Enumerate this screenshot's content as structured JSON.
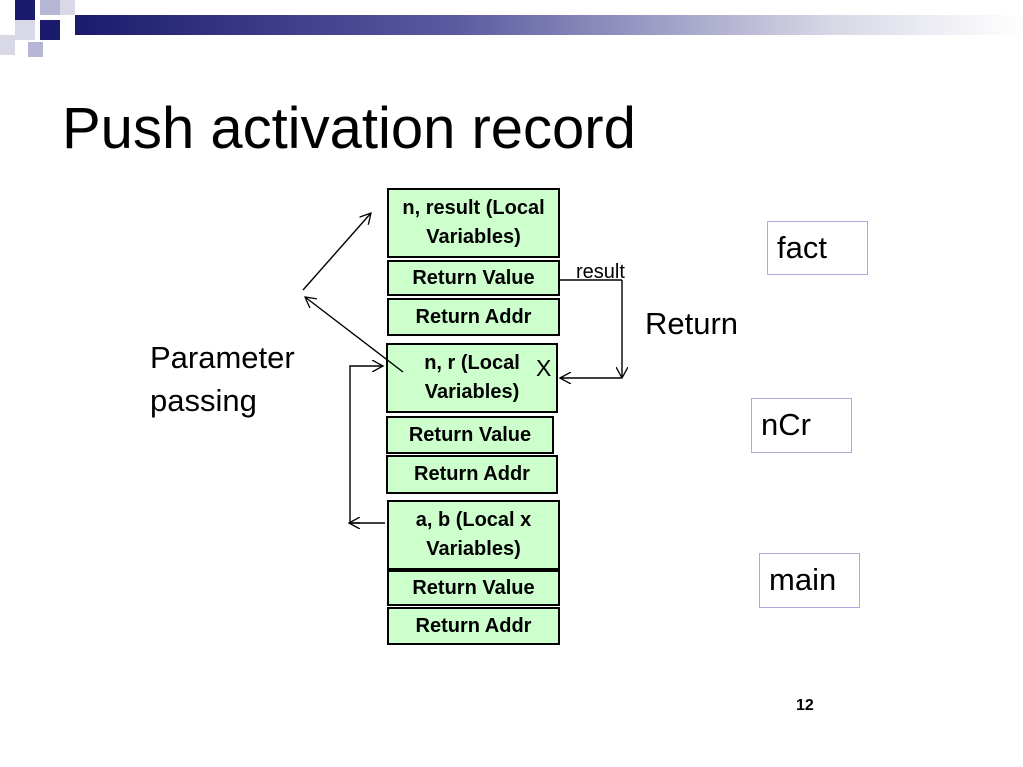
{
  "title": "Push activation record",
  "stack": {
    "fact": {
      "locals": "n, result (Local Variables)",
      "locals_line1": "n, result (Local",
      "locals_line2": "Variables)",
      "return_value": "Return Value",
      "return_addr": "Return Addr"
    },
    "ncr": {
      "locals_line1": "n, r (Local",
      "locals_line2": "Variables)",
      "return_value": "Return Value",
      "return_addr": "Return Addr"
    },
    "main": {
      "locals_line1": "a, b (Local  x",
      "locals_line2": "Variables)",
      "return_value": "Return Value",
      "return_addr": "Return Addr"
    }
  },
  "annotations": {
    "result": "result",
    "return": "Return",
    "x_mark": "X",
    "param_line1": "Parameter",
    "param_line2": "passing"
  },
  "functions": {
    "fact": "fact",
    "ncr": "nCr",
    "main": "main"
  },
  "page_number": "12"
}
